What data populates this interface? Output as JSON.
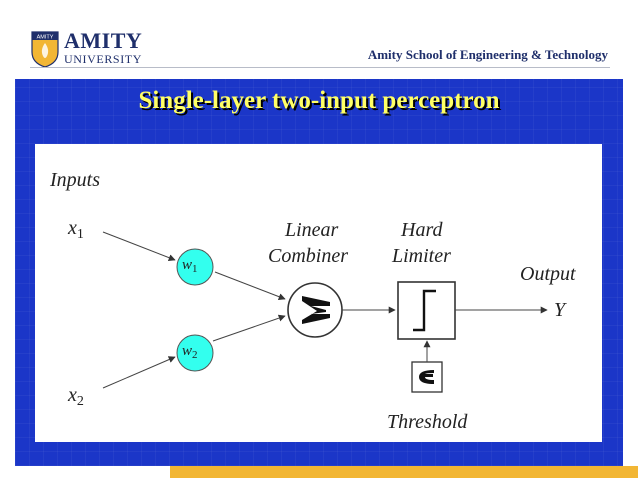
{
  "header": {
    "logo_name": "AMITY",
    "logo_subtitle": "UNIVERSITY",
    "shield_text": "AMITY",
    "school": "Amity School of Engineering & Technology"
  },
  "slide": {
    "title": "Single-layer two-input perceptron"
  },
  "diagram": {
    "inputs_label": "Inputs",
    "x1": {
      "base": "x",
      "sub": "1"
    },
    "x2": {
      "base": "x",
      "sub": "2"
    },
    "w1": {
      "base": "w",
      "sub": "1"
    },
    "w2": {
      "base": "w",
      "sub": "2"
    },
    "combiner_line1": "Linear",
    "combiner_line2": "Combiner",
    "limiter_line1": "Hard",
    "limiter_line2": "Limiter",
    "output_label": "Output",
    "output_symbol": "Y",
    "threshold_label": "Threshold"
  },
  "colors": {
    "slide_bg": "#1b36c8",
    "title": "#ffff66",
    "weight_node": "#33ffee",
    "accent_bar": "#f2b634",
    "brand": "#1f2f6b"
  }
}
